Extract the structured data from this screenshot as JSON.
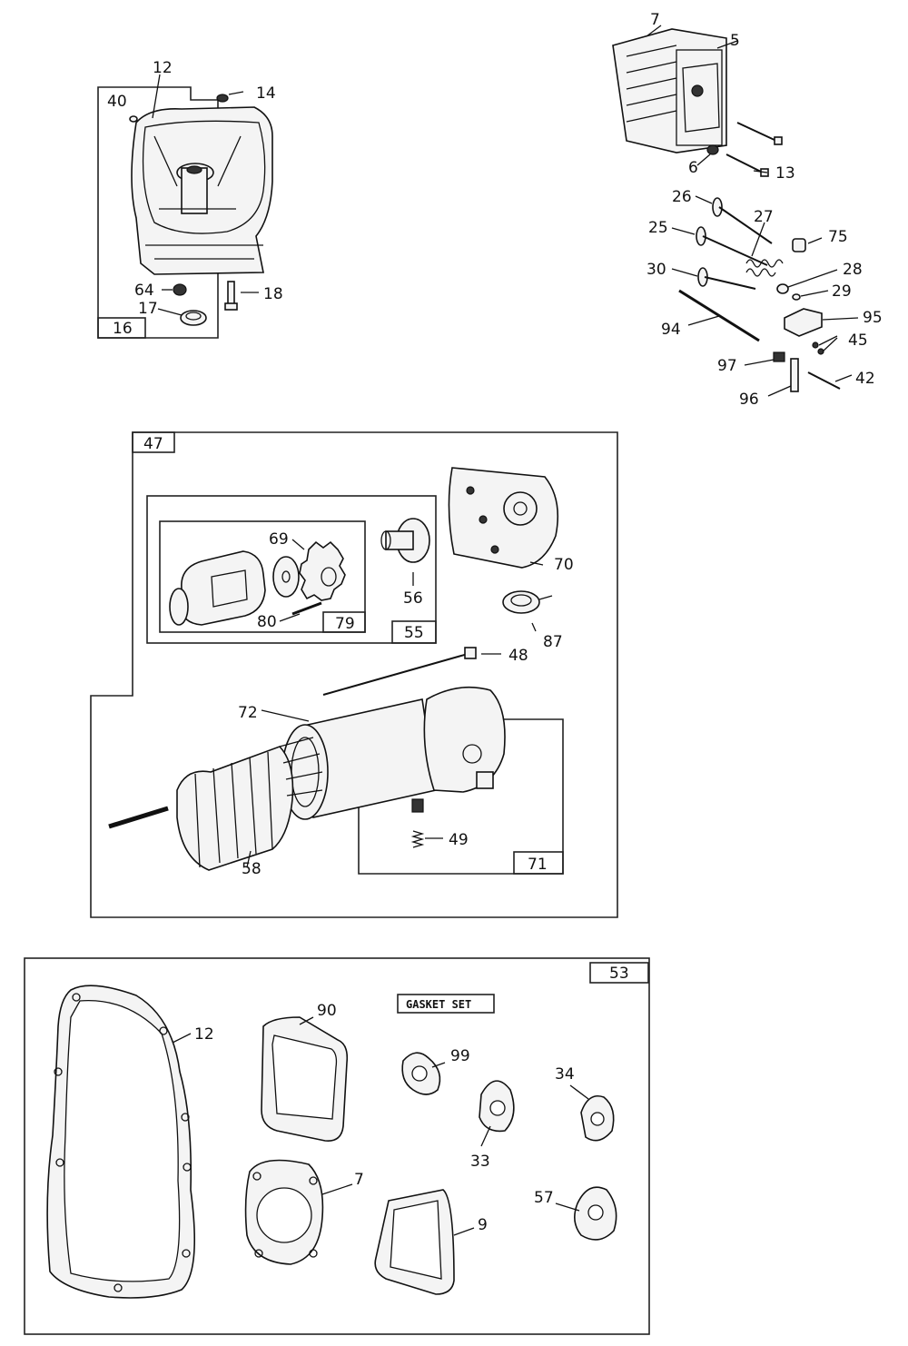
{
  "callouts": {
    "c12": "12",
    "c40": "40",
    "c14": "14",
    "c64": "64",
    "c18": "18",
    "c17": "17",
    "c7": "7",
    "c5": "5",
    "c6": "6",
    "c13": "13",
    "c26": "26",
    "c27": "27",
    "c25": "25",
    "c75": "75",
    "c28": "28",
    "c30": "30",
    "c29": "29",
    "c95": "95",
    "c94": "94",
    "c45": "45",
    "c97": "97",
    "c42": "42",
    "c96": "96",
    "c69": "69",
    "c70": "70",
    "c56": "56",
    "c80": "80",
    "c87": "87",
    "c48": "48",
    "c72": "72",
    "c49": "49",
    "c58": "58",
    "g90": "90",
    "g12": "12",
    "g99": "99",
    "g34": "34",
    "g33": "33",
    "g7": "7",
    "g9": "9",
    "g57": "57"
  },
  "boxes": {
    "b16": "16",
    "b47": "47",
    "b79": "79",
    "b55": "55",
    "b71": "71",
    "b53": "53"
  },
  "gasket_set_label": "GASKET SET"
}
